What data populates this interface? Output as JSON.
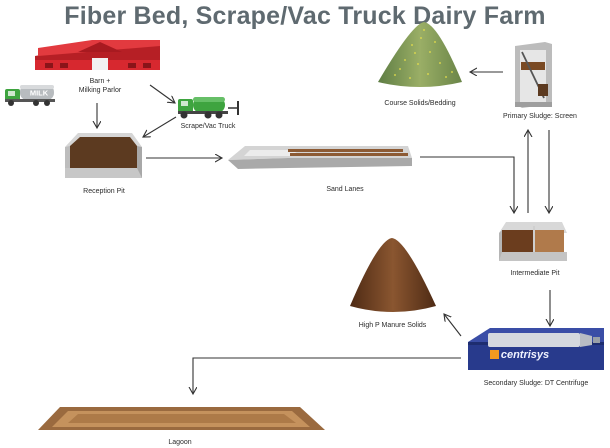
{
  "title": "Fiber Bed, Scrape/Vac Truck Dairy Farm",
  "labels": {
    "barn_line1": "Barn +",
    "barn_line2": "Milking Parlor",
    "scrape_truck": "Scrape/Vac Truck",
    "reception_pit": "Reception Pit",
    "sand_lanes": "Sand Lanes",
    "course_solids": "Course Solids/Bedding",
    "primary_sludge": "Primary Sludge: Screen",
    "intermediate_pit": "Intermediate Pit",
    "high_p_solids": "High P Manure Solids",
    "secondary_sludge": "Secondary Sludge: DT Centrifuge",
    "lagoon": "Lagoon"
  },
  "milk_truck_text": "MILK",
  "centrifuge_brand": "centrisys",
  "icons": {
    "barn": "barn-icon",
    "milk_truck": "milk-truck-icon",
    "vac_truck": "vac-truck-icon",
    "reception_pit": "reception-pit-icon",
    "sand_lanes": "sand-lanes-icon",
    "course_pile": "bedding-pile-icon",
    "screen": "screen-separator-icon",
    "intermediate_pit": "intermediate-pit-icon",
    "manure_pile": "manure-pile-icon",
    "centrifuge": "centrifuge-icon",
    "lagoon": "lagoon-icon"
  },
  "colors": {
    "title": "#5f6a70",
    "barn_red": "#d7282f",
    "truck_green": "#3ea43f",
    "manure_brown": "#6b3d1e",
    "centrifuge_blue": "#283a8c",
    "pile_green": "#7e9a52",
    "sand": "#a87447"
  }
}
